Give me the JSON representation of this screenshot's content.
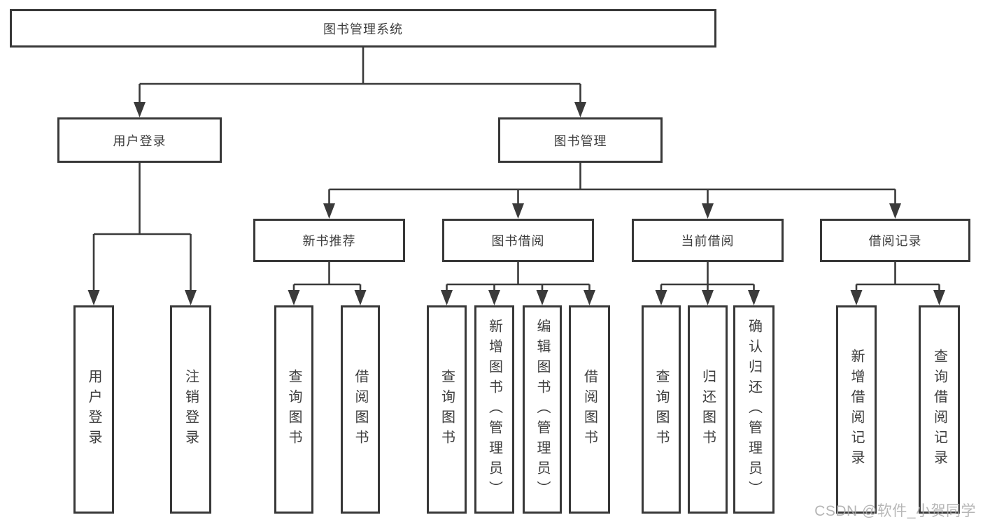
{
  "colors": {
    "line": "#3a3a3a",
    "border": "#383838",
    "text": "#3e3e3e",
    "box_fill": "#ffffff",
    "background": "#ffffff",
    "watermark": "#aaaaaa"
  },
  "watermark": {
    "text": "CSDN @软件_小贺同学"
  },
  "tree": {
    "root": {
      "label": "图书管理系统",
      "children": [
        {
          "label": "用户登录",
          "children": [
            {
              "label": "用户登录"
            },
            {
              "label": "注销登录"
            }
          ]
        },
        {
          "label": "图书管理",
          "children": [
            {
              "label": "新书推荐",
              "children": [
                {
                  "label": "查询图书"
                },
                {
                  "label": "借阅图书"
                }
              ]
            },
            {
              "label": "图书借阅",
              "children": [
                {
                  "label": "查询图书"
                },
                {
                  "label": "新增图书（管理员）"
                },
                {
                  "label": "编辑图书（管理员）"
                },
                {
                  "label": "借阅图书"
                }
              ]
            },
            {
              "label": "当前借阅",
              "children": [
                {
                  "label": "查询图书"
                },
                {
                  "label": "归还图书"
                },
                {
                  "label": "确认归还（管理员）"
                }
              ]
            },
            {
              "label": "借阅记录",
              "children": [
                {
                  "label": "新增借阅记录"
                },
                {
                  "label": "查询借阅记录"
                }
              ]
            }
          ]
        }
      ]
    }
  }
}
